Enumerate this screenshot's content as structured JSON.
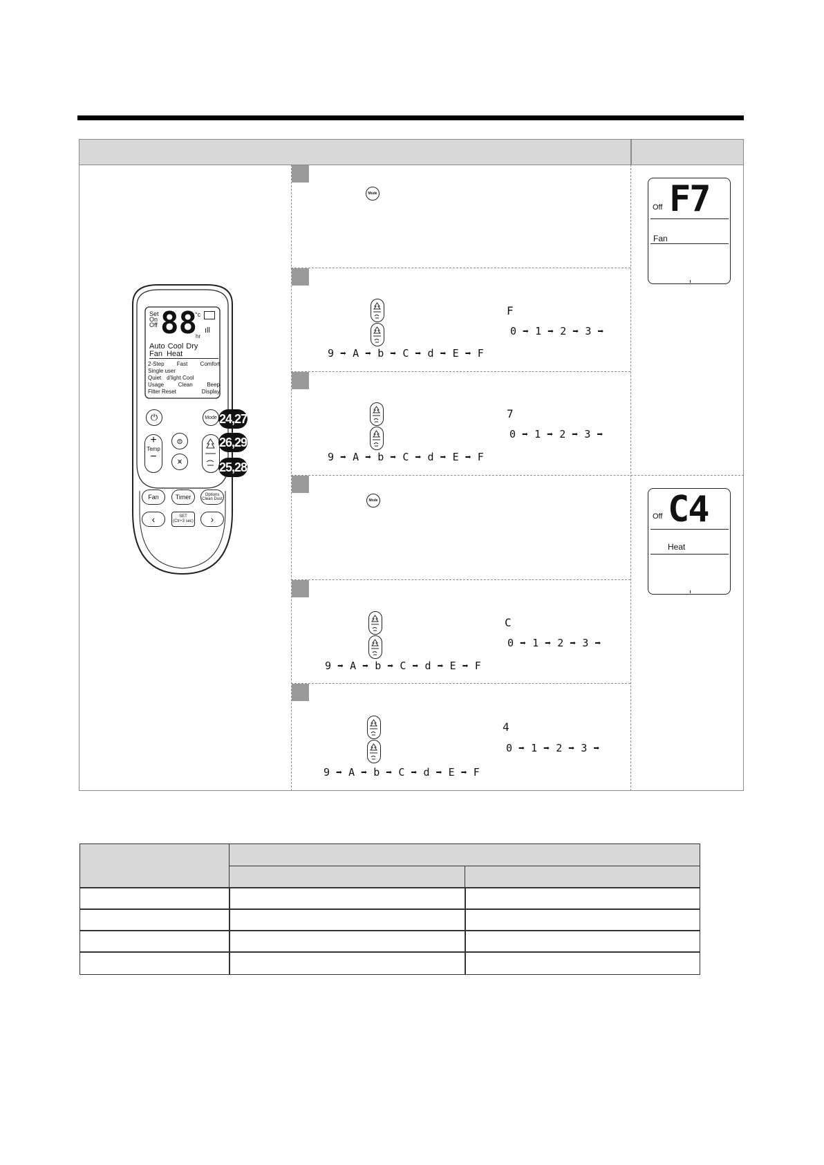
{
  "remote": {
    "lcd": {
      "labels": [
        "Set",
        "On",
        "Off"
      ],
      "digits": "88",
      "unit_c": "°c",
      "unit_hr": "hr",
      "modes_row1": [
        "Auto",
        "Cool",
        "Dry"
      ],
      "modes_row2": [
        "Fan",
        "Heat"
      ],
      "row3": [
        "2-Step",
        "Fast",
        "Comfort"
      ],
      "row4": "Single user",
      "row5": [
        "Quiet",
        "d'light Cool"
      ],
      "row6": [
        "Usage",
        "Clean",
        "Beep"
      ],
      "row7": [
        "Filter Reset",
        "Display"
      ]
    },
    "buttons": {
      "mode": "Mode",
      "temp": "Temp",
      "fan": "Fan",
      "timer": "Timer",
      "options_line1": "Options",
      "options_line2": "Clean Dust",
      "set_line1": "SET",
      "set_line2": "(Ctr+3 sec)",
      "plus": "+",
      "minus": "−"
    },
    "callouts": [
      "24,27",
      "26,29",
      "25,28"
    ]
  },
  "steps": {
    "mode_btn": "Mode",
    "sequence": "9 ➡ A ➡ b ➡ C ➡ d ➡ E ➡ F",
    "digit_sequence": "0 ➡ 1 ➡ 2 ➡ 3 ➡",
    "chars": [
      "F",
      "7",
      "C",
      "4"
    ]
  },
  "displays": [
    {
      "off": "Off",
      "code": "F7",
      "mode": "Fan"
    },
    {
      "off": "Off",
      "code": "C4",
      "mode": "Heat"
    }
  ]
}
